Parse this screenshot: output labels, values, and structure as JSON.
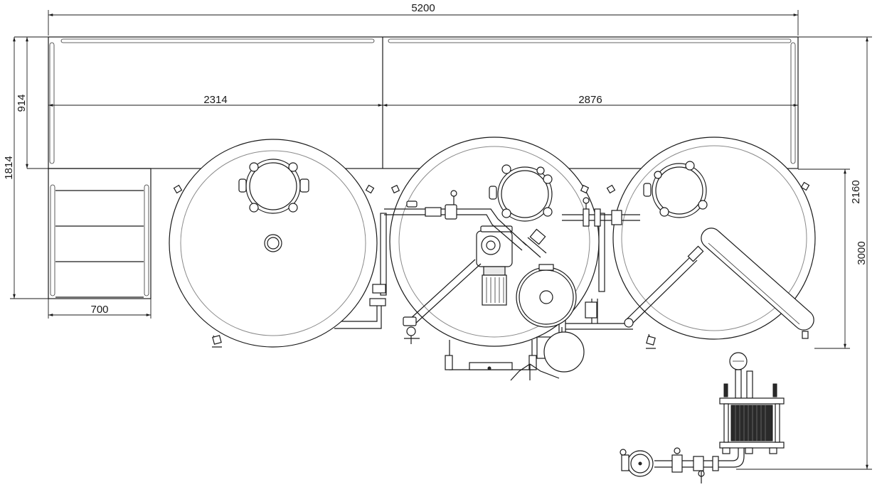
{
  "dimensions": {
    "overall_width": "5200",
    "platform_left_width": "2314",
    "platform_right_width": "2876",
    "stairs_width": "700",
    "platform_depth": "914",
    "platform_with_stairs_depth": "1814",
    "vessels_depth": "2160",
    "overall_depth": "3000"
  },
  "colors": {
    "line": "#1a1a1a",
    "inner_ring": "#8a8a8a",
    "background": "#ffffff"
  }
}
